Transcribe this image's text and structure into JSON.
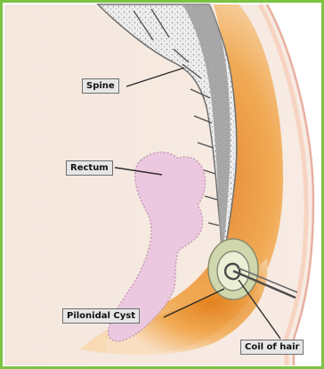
{
  "diagram": {
    "labels": {
      "spine": "Spine",
      "rectum": "Rectum",
      "pilonidal_cyst": "Pilonidal Cyst",
      "coil_of_hair": "Coil of hair"
    },
    "colors": {
      "border": "#7cc243",
      "background": "#f4e9e1",
      "skin": "#f9e3d6",
      "inflammation": "#e88a1a",
      "bone": "#ececec",
      "rectum": "#ecc9e2",
      "label_box": "#e6e6e6"
    }
  }
}
